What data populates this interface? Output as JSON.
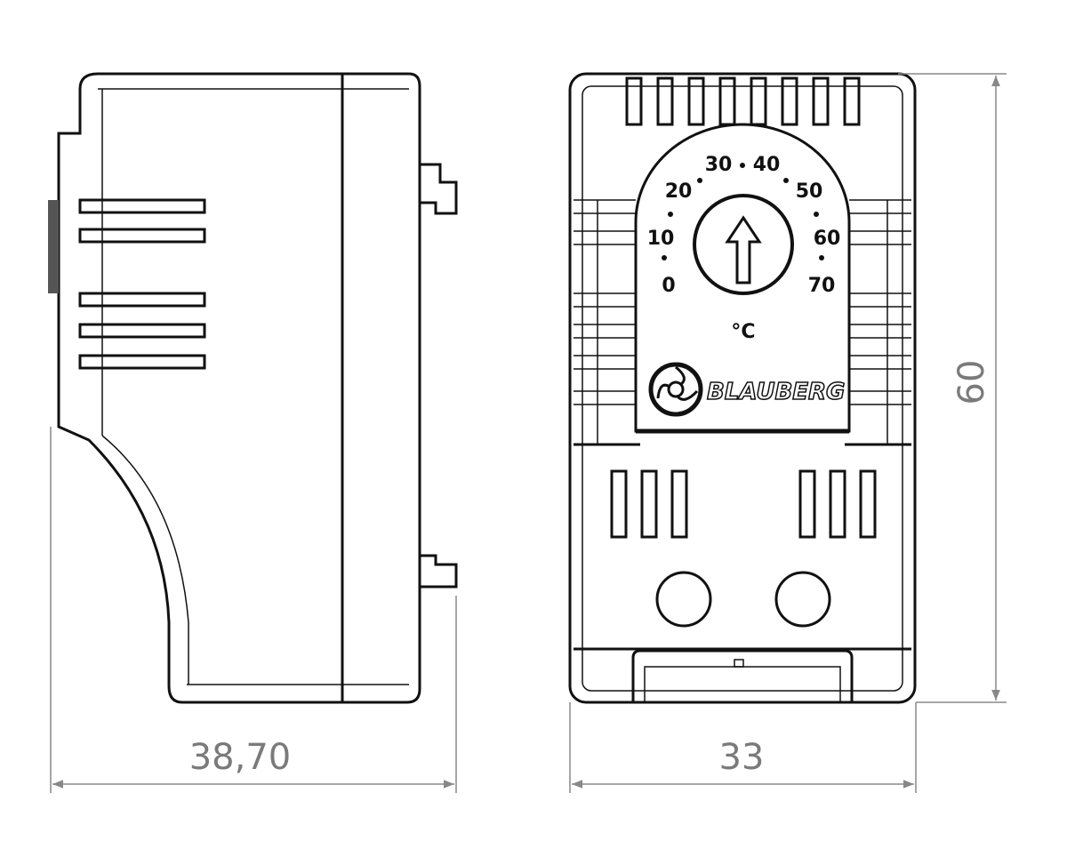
{
  "dimensions": {
    "depth": "38,70",
    "width": "33",
    "height": "60"
  },
  "dial": {
    "scale_labels": [
      "0",
      "10",
      "20",
      "30",
      "40",
      "50",
      "60",
      "70"
    ],
    "unit": "°C"
  },
  "brand": "BLAUBERG",
  "colors": {
    "line": "#111111",
    "dimension": "#7a7a7a"
  }
}
